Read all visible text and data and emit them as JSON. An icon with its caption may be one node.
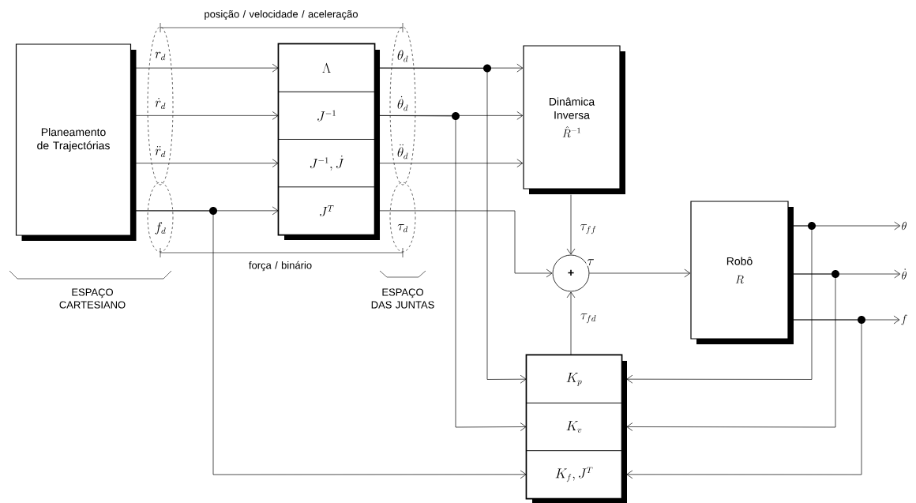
{
  "diagram": {
    "nodes": [
      {
        "text": [
          "Planeamento de Trajectórias"
        ]
      },
      {
        "text": [],
        "shape": "box"
      },
      {
        "text": [
          "\\Lambda"
        ],
        "in": 1
      },
      {
        "text": [
          "J^{-1}"
        ],
        "in": 1
      },
      {
        "text": [
          "J^{-1}, \\dot{J}"
        ],
        "in": 1
      },
      {
        "text": [
          "J^{T}"
        ],
        "in": 1
      },
      {
        "text": [
          "Dinâmica Inversa",
          "\\hat{R}^{-1}"
        ]
      },
      {
        "text": [
          "+"
        ]
      },
      {
        "text": [
          "Robô",
          "R"
        ]
      },
      {
        "text": [],
        "shape": "box"
      },
      {
        "text": [
          "K_{p}"
        ],
        "in": 9
      },
      {
        "text": [
          "K_{v}"
        ],
        "in": 9
      },
      {
        "text": [
          "K_{f}, J^{T}"
        ],
        "in": 9
      },
      {
        "text": [
          "\\theta"
        ]
      },
      {
        "text": [
          "\\dot{\\theta}"
        ]
      },
      {
        "text": [
          "f"
        ]
      }
    ],
    "edges": [
      {
        "from": 0,
        "to": 2,
        "arrow": "to",
        "label": "r_{d}"
      },
      {
        "from": 0,
        "to": 3,
        "arrow": "to",
        "label": "\\dot{r}_{d}"
      },
      {
        "from": 0,
        "to": 4,
        "arrow": "to",
        "label": "\\ddot{r}_{d}"
      },
      {
        "from": 0,
        "to": 5,
        "arrow": "to",
        "label": "f_{d}"
      },
      {
        "from": 2,
        "to": 6,
        "arrow": "to",
        "label": "\\theta_{d}"
      },
      {
        "from": 3,
        "to": 6,
        "arrow": "to",
        "label": "\\dot{\\theta}_{d}"
      },
      {
        "from": 4,
        "to": 6,
        "arrow": "to",
        "label": "\\ddot{\\theta}_{d}"
      },
      {
        "from": 5,
        "to": 7,
        "arrow": "to",
        "label": "\\tau_{d}"
      },
      {
        "from": 6,
        "to": 7,
        "arrow": "to",
        "label": "\\tau_{ff}"
      },
      {
        "from": 9,
        "to": 7,
        "arrow": "to",
        "label": "\\tau_{fd}"
      },
      {
        "from": 7,
        "to": 8,
        "arrow": "to",
        "label": "\\tau"
      },
      {
        "from": 8,
        "to": 13,
        "arrow": "to"
      },
      {
        "from": 8,
        "to": 14,
        "arrow": "to"
      },
      {
        "from": 8,
        "to": 15,
        "arrow": "to"
      },
      {
        "from": 2,
        "to": 10,
        "arrow": "to"
      },
      {
        "from": 3,
        "to": 11,
        "arrow": "to"
      },
      {
        "from": 0,
        "to": 12,
        "arrow": "to"
      },
      {
        "from": 8,
        "to": 10,
        "arrow": "to"
      },
      {
        "from": 8,
        "to": 11,
        "arrow": "to"
      },
      {
        "from": 8,
        "to": 12,
        "arrow": "to"
      }
    ],
    "labels": [
      "posição / velocidade / aceleração",
      "força / binário",
      "ESPAÇO CARTESIANO",
      "ESPAÇO DAS JUNTAS"
    ]
  }
}
